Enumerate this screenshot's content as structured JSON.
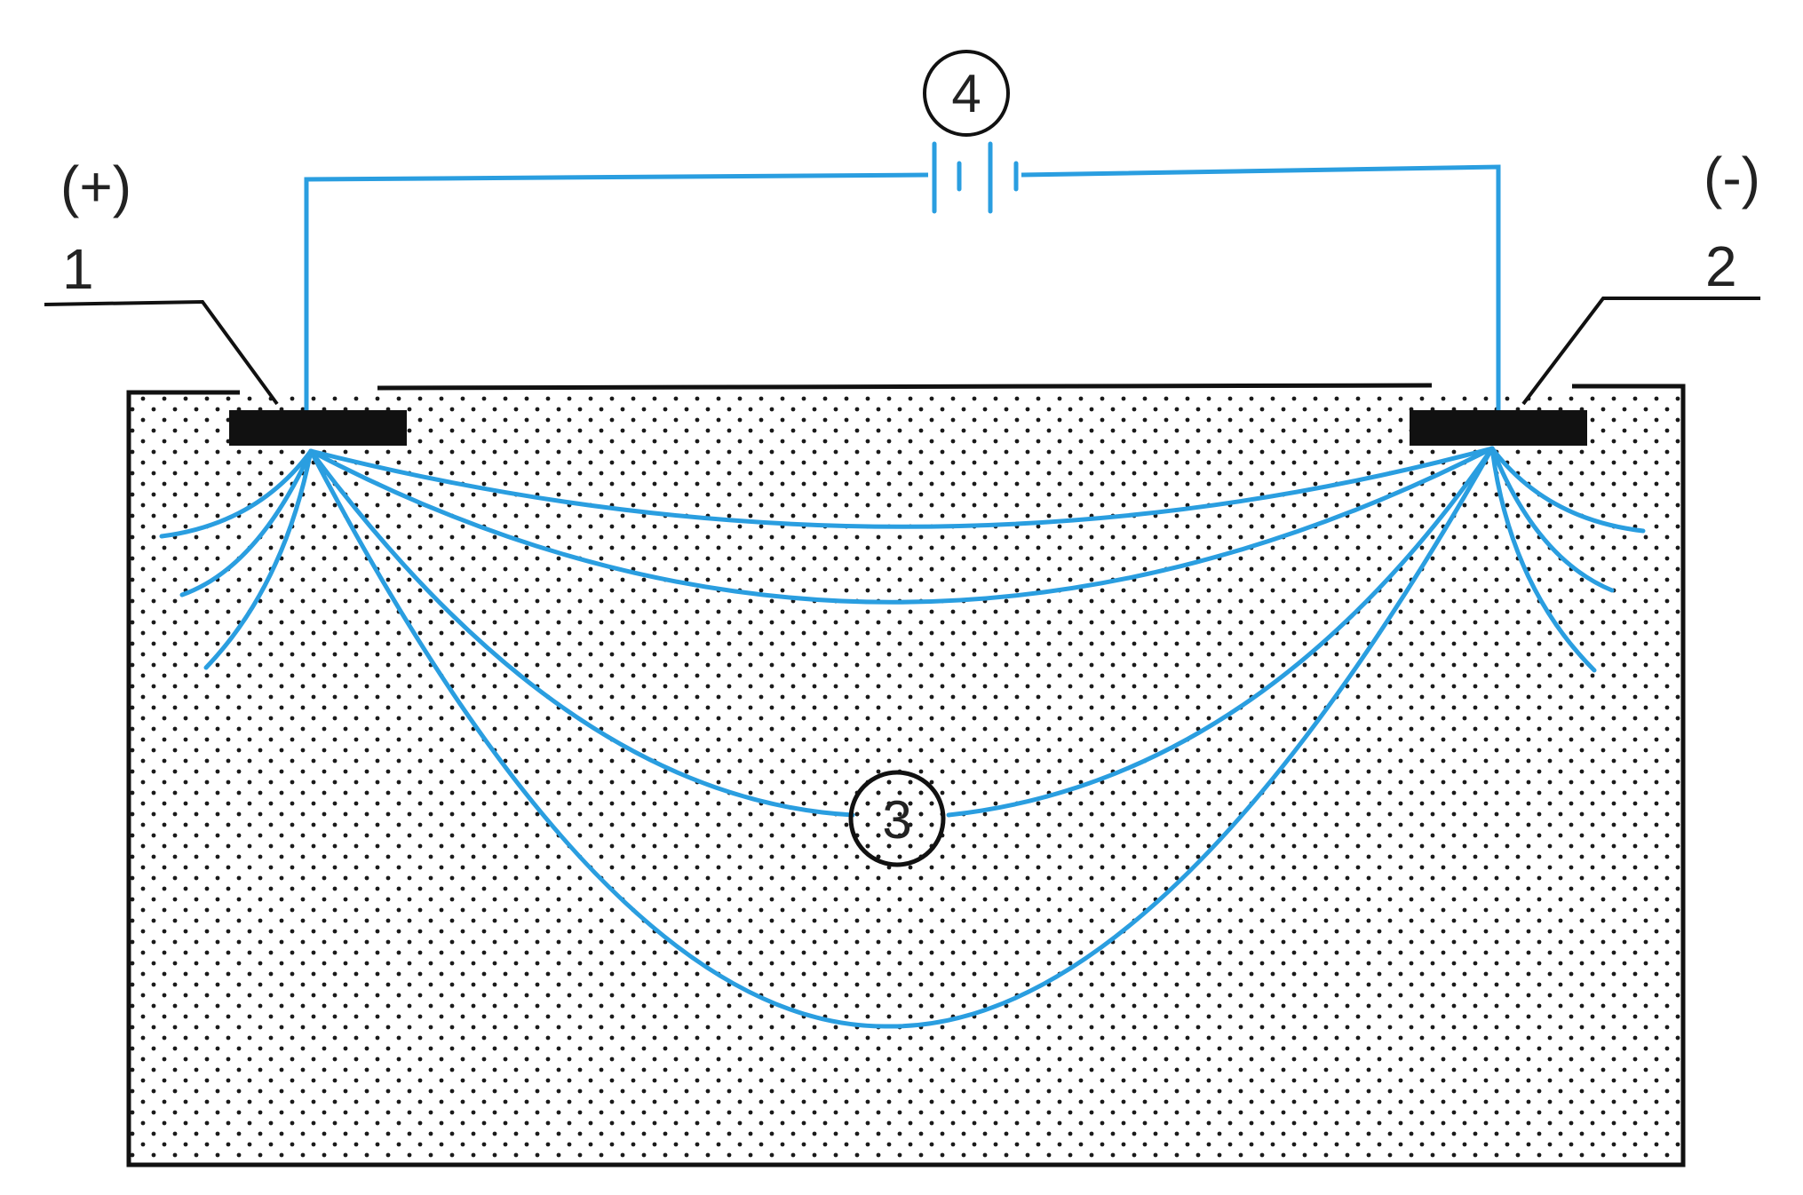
{
  "diagram": {
    "labels": {
      "anode_sign": "(+)",
      "cathode_sign": "(-)",
      "anode_number": "1",
      "cathode_number": "2",
      "field_number": "3",
      "source_number": "4"
    },
    "colors": {
      "wire": "#2a9ee0",
      "field_lines": "#2a9ee0",
      "electrode": "#111111",
      "soil_dots": "#1a1a1a",
      "outline": "#111111"
    },
    "icons": {
      "battery": "battery-symbol",
      "medium": "dotted-soil-medium"
    }
  }
}
